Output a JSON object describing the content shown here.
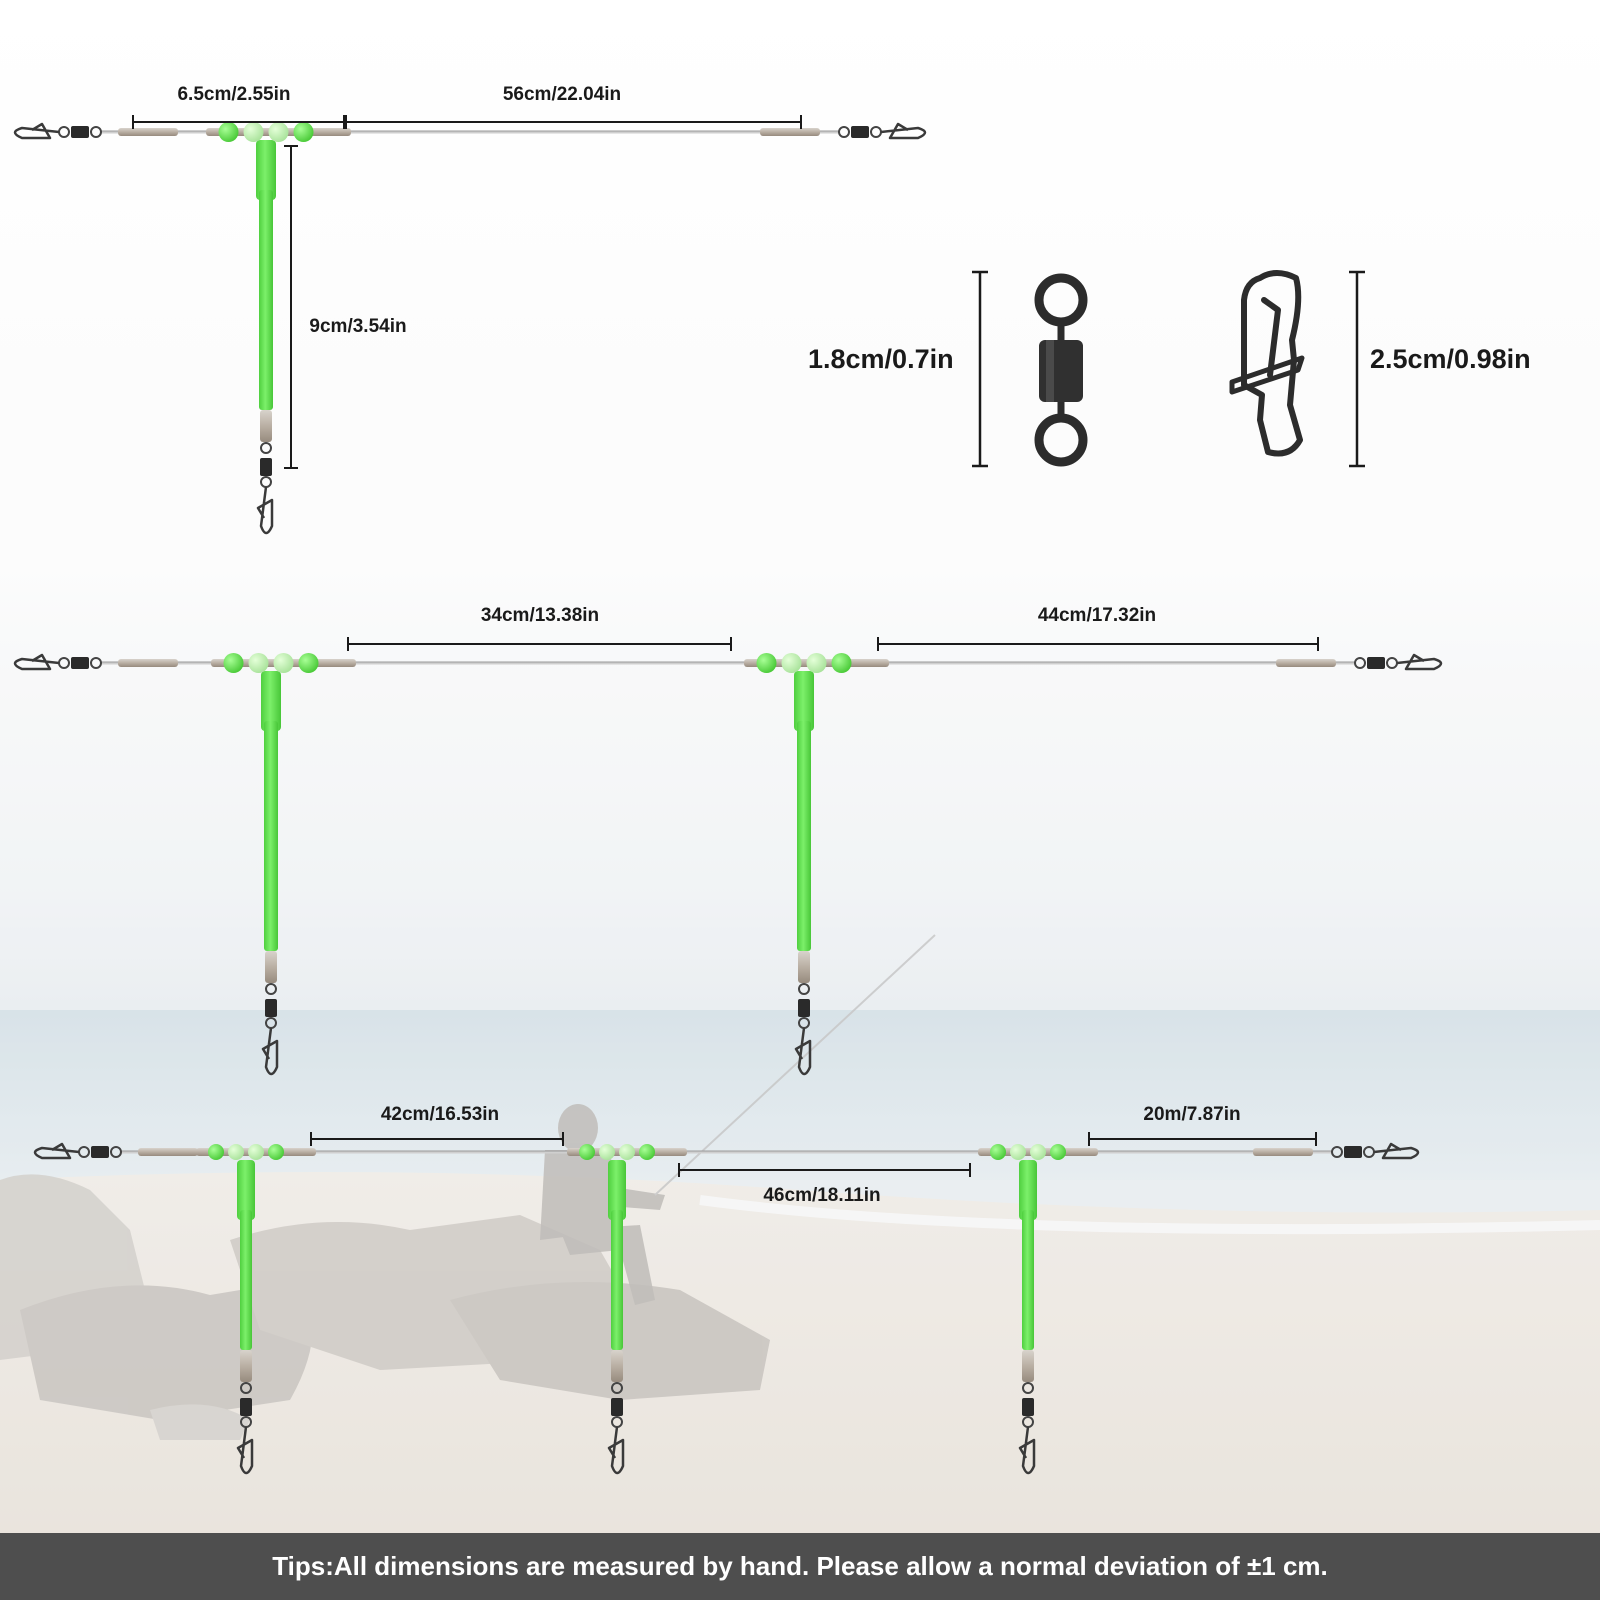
{
  "dimensions": {
    "rig1_bead_section": "6.5cm/2.55in",
    "rig1_main_line": "56cm/22.04in",
    "rig1_branch": "9cm/3.54in",
    "swivel_size": "1.8cm/0.7in",
    "snap_size": "2.5cm/0.98in",
    "rig2_segment_1": "34cm/13.38in",
    "rig2_segment_2": "44cm/17.32in",
    "rig3_segment_1": "42cm/16.53in",
    "rig3_segment_2": "46cm/18.11in",
    "rig3_segment_3": "20m/7.87in"
  },
  "tips": "Tips:All dimensions are measured by hand. Please allow a normal deviation of ±1 cm.",
  "colors": {
    "tube": "#6ee85a",
    "bead": "#5fdc4c",
    "line": "#c8c8c8",
    "tips_bar": "#4e4e4e"
  }
}
